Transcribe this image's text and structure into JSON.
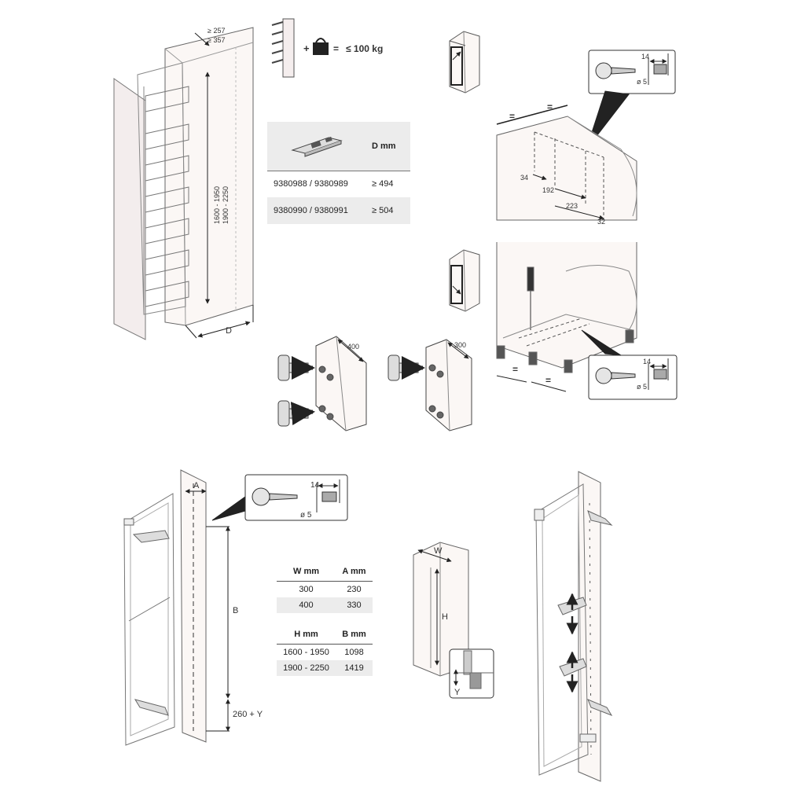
{
  "top_dims": {
    "min1": "≥ 257",
    "min2": "≥ 357"
  },
  "cabinet_heights": {
    "line1": "1600 - 1950",
    "line2": "1900 - 2250"
  },
  "depth_label": "D",
  "load": {
    "plus": "+",
    "equals": "=",
    "value": "≤ 100 kg"
  },
  "product_table": {
    "header": "D mm",
    "rows": [
      {
        "code": "9380988 / 9380989",
        "d": "≥ 494"
      },
      {
        "code": "9380990 / 9380991",
        "d": "≥ 504"
      }
    ]
  },
  "drill": {
    "depth": "14",
    "diameter": "ø 5"
  },
  "top_plan": {
    "d34": "34",
    "d192": "192",
    "d223": "223",
    "d32": "32",
    "equal": "="
  },
  "hinges": {
    "left_width": "400",
    "right_width": "300"
  },
  "frame": {
    "a": "A",
    "b": "B",
    "bottom": "260 + Y"
  },
  "cab_small": {
    "w": "W",
    "h": "H",
    "y": "Y"
  },
  "wa_table": {
    "headers": [
      "W mm",
      "A mm"
    ],
    "rows": [
      [
        "300",
        "230"
      ],
      [
        "400",
        "330"
      ]
    ]
  },
  "hb_table": {
    "headers": [
      "H mm",
      "B mm"
    ],
    "rows": [
      [
        "1600 - 1950",
        "1098"
      ],
      [
        "1900 - 2250",
        "1419"
      ]
    ]
  }
}
